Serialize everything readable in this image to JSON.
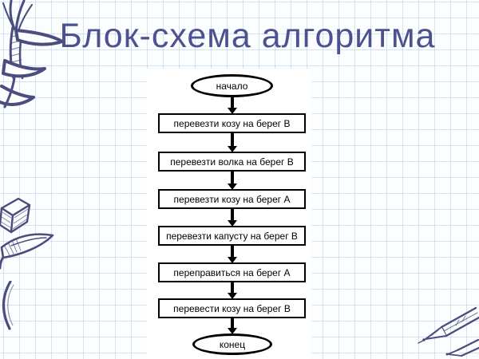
{
  "slide": {
    "title": "Блок-схема алгоритма",
    "title_color": "#4e518f",
    "background": {
      "paper_color": "#fcfdff",
      "grid_line_color": "#d2e2ef"
    }
  },
  "flowchart": {
    "start_label": "начало",
    "end_label": "конец",
    "steps": [
      {
        "label": "перевезти козу на берег В"
      },
      {
        "label": "перевезти волка на берег В"
      },
      {
        "label": "перевезти козу на берег А"
      },
      {
        "label": "перевезти капусту на берег В"
      },
      {
        "label": "переправиться на берег А"
      },
      {
        "label": "перевести козу на берег В"
      }
    ],
    "stroke_color": "#000000",
    "fill_color": "#ffffff"
  },
  "decorations": {
    "ink_color": "#4a4d7e",
    "items": [
      {
        "icon": "doodle-plant-sketch-icon",
        "position": "top-left"
      },
      {
        "icon": "doodle-eraser-and-brush-icon",
        "position": "middle-left"
      },
      {
        "icon": "doodle-curve-icon",
        "position": "bottom-left"
      },
      {
        "icon": "doodle-pencils-icon",
        "position": "bottom-right"
      }
    ]
  }
}
